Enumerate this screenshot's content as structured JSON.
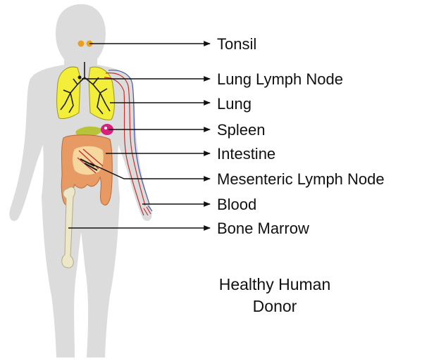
{
  "labels": {
    "tonsil": "Tonsil",
    "lung_lymph_node": "Lung Lymph Node",
    "lung": "Lung",
    "spleen": "Spleen",
    "intestine": "Intestine",
    "mesenteric_lymph_node": "Mesenteric Lymph Node",
    "blood": "Blood",
    "bone_marrow": "Bone Marrow"
  },
  "caption": {
    "line1": "Healthy Human",
    "line2": "Donor"
  },
  "colors": {
    "body": "#dcdcdc",
    "lung": "#f2ee3a",
    "lung_veins": "#1c1c1c",
    "tonsil": "#e8a01c",
    "spleen": "#d8207f",
    "intestine": "#e89a64",
    "gallbladder": "#b7c43a",
    "bone": "#ebe7c8",
    "artery": "#c03232",
    "vein": "#4a56a8",
    "arrow": "#111111"
  }
}
